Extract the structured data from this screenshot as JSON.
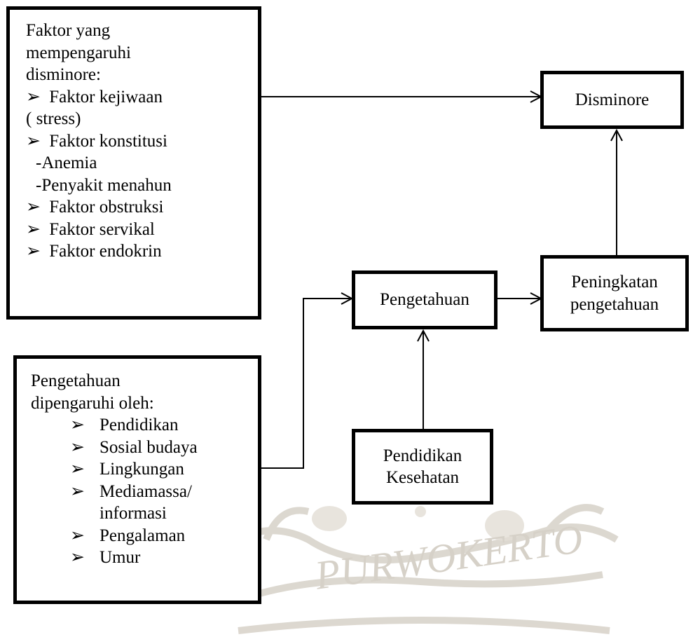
{
  "bullet_glyph": "➢",
  "factors_box": {
    "heading_lines": [
      "Faktor yang",
      "mempengaruhi",
      "disminore:"
    ],
    "items": [
      {
        "text": "Faktor kejiwaan",
        "continuation": [
          "( stress)"
        ]
      },
      {
        "text": "Faktor konstitusi",
        "continuation": [
          "-Anemia",
          "-Penyakit menahun"
        ]
      },
      {
        "text": "Faktor obstruksi",
        "continuation": []
      },
      {
        "text": "Faktor servikal",
        "continuation": []
      },
      {
        "text": "Faktor endokrin",
        "continuation": []
      }
    ]
  },
  "knowledge_factors_box": {
    "heading_lines": [
      "Pengetahuan",
      "dipengaruhi oleh:"
    ],
    "items": [
      "Pendidikan",
      "Sosial budaya",
      "Lingkungan",
      "Mediamassa/",
      "Pengalaman",
      "Umur"
    ],
    "continuation_after_mediamassa": "informasi"
  },
  "disminore_box": {
    "label": "Disminore"
  },
  "pengetahuan_box": {
    "label": "Pengetahuan"
  },
  "peningkatan_box": {
    "label_lines": [
      "Peningkatan",
      "pengetahuan"
    ]
  },
  "pendidikan_box": {
    "label_lines": [
      "Pendidikan",
      "Kesehatan"
    ]
  },
  "watermark": {
    "text": "PURWOKERTO"
  }
}
